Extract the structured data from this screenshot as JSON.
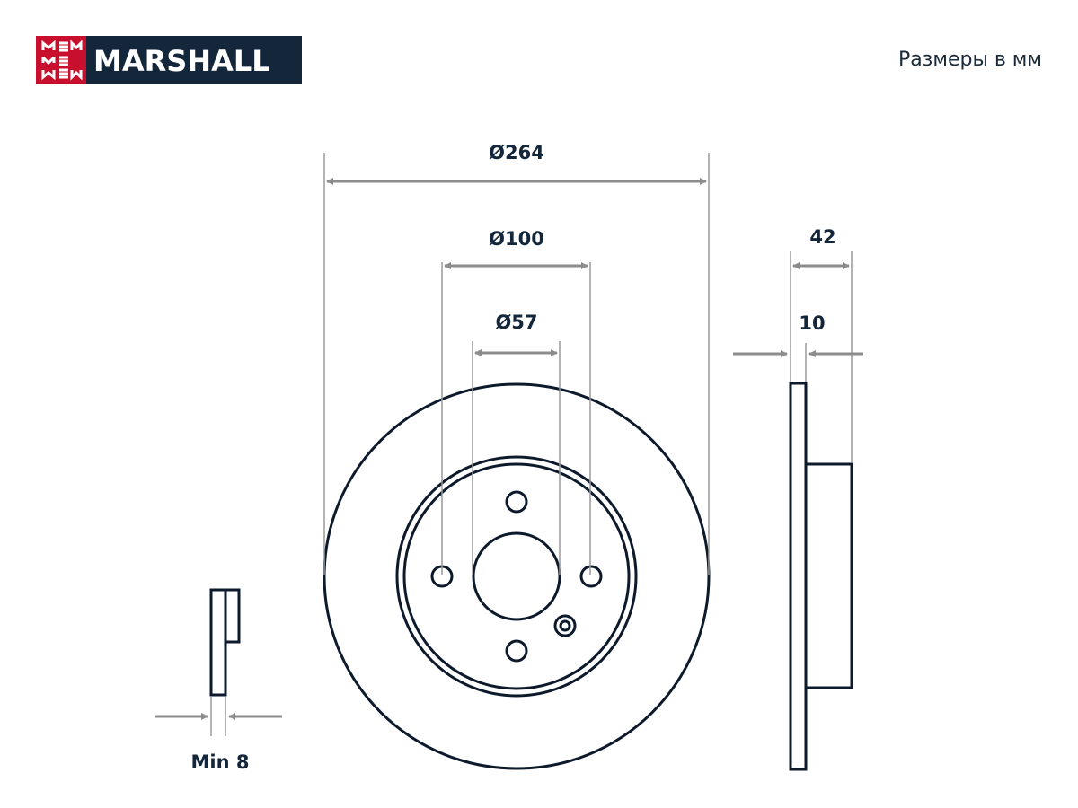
{
  "brand": {
    "name": "MARSHALL",
    "colors": {
      "mark": "#c8102e",
      "box": "#14263a",
      "text": "#ffffff"
    }
  },
  "units_note": "Размеры в мм",
  "dimensions": {
    "outer_diameter": "Ø264",
    "bolt_circle": "Ø100",
    "center_bore": "Ø57",
    "height": "42",
    "thickness": "10",
    "min_thickness": "Min 8"
  },
  "colors": {
    "lines": "#0d1a2b",
    "dimension_lines": "#8c8c8c"
  }
}
